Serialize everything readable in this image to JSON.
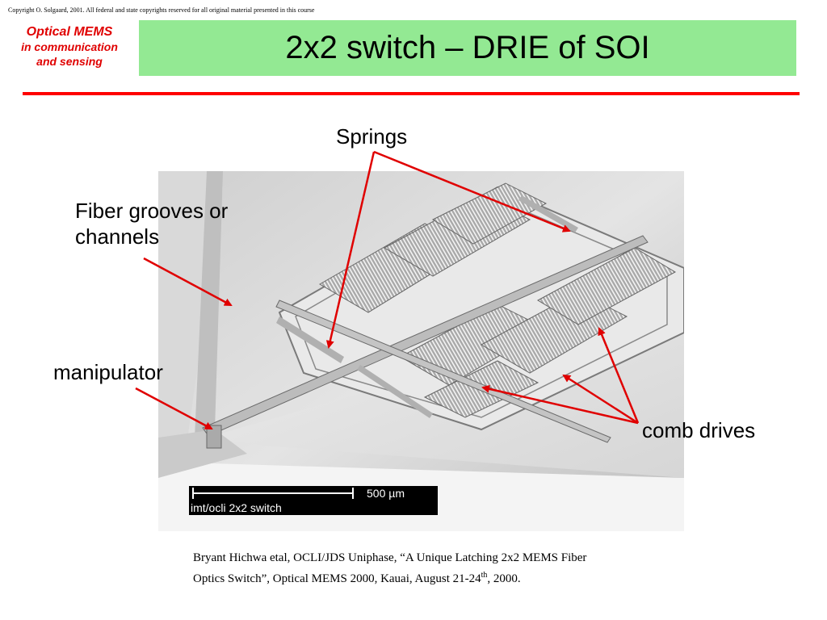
{
  "header": {
    "copyright": "Copyright O. Solgaard, 2001. All federal and state copyrights reserved for all original material presented in this course",
    "course_title_line1": "Optical MEMS",
    "course_title_line2": "in communication",
    "course_title_line3": "and sensing",
    "slide_title": "2x2 switch – DRIE of SOI"
  },
  "labels": {
    "springs": "Springs",
    "fiber_grooves_line1": "Fiber grooves or",
    "fiber_grooves_line2": "channels",
    "manipulator": "manipulator",
    "comb_drives": "comb drives"
  },
  "image": {
    "scale_bar_text": "500 µm",
    "caption": "imt/ocli 2x2 switch"
  },
  "reference": {
    "line1": "Bryant Hichwa etal, OCLI/JDS Uniphase, “A Unique Latching 2x2 MEMS Fiber",
    "line2_pre": "Optics Switch”, Optical MEMS 2000, Kauai, August 21-24",
    "line2_sup": "th",
    "line2_post": ", 2000."
  },
  "colors": {
    "title_background": "#93e993",
    "accent_red": "#ff0000",
    "course_title_red": "#e00000"
  }
}
